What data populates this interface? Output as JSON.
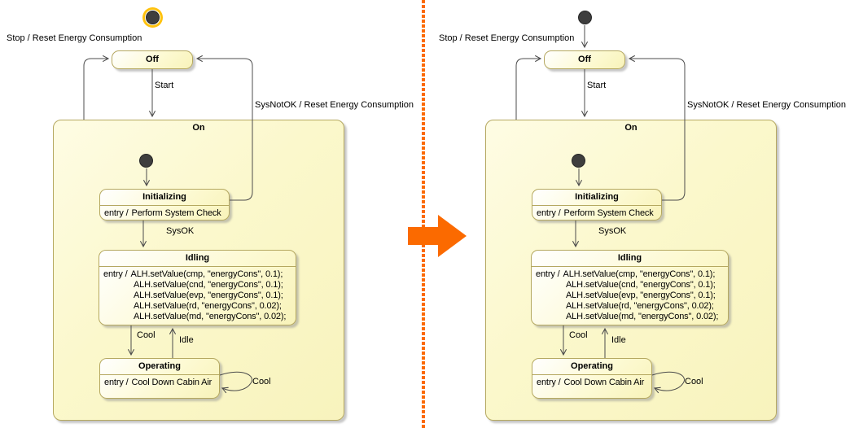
{
  "colors": {
    "state_border": "#B5A860",
    "state_fill": "#F8F3BA",
    "composite_fill": "#FBF8CC",
    "edge": "#4C4C4C",
    "initial_node": "#3E3E3E",
    "selection_ring": "#FFC20E",
    "divider_orange": "#FB6A00"
  },
  "divider": {
    "style": "vertical-dashed-line",
    "arrow_icon": "big-right-arrow"
  },
  "diagram": {
    "states": {
      "off": {
        "title": "Off"
      },
      "on": {
        "title": "On"
      },
      "initializing": {
        "title": "Initializing",
        "entry_label": "entry /",
        "entry_action": "Perform System Check"
      },
      "idling": {
        "title": "Idling",
        "entry_label": "entry /",
        "entry_lines": [
          "ALH.setValue(cmp, \"energyCons\", 0.1);",
          "ALH.setValue(cnd, \"energyCons\", 0.1);",
          "ALH.setValue(evp, \"energyCons\", 0.1);",
          "ALH.setValue(rd, \"energyCons\", 0.02);",
          "ALH.setValue(md, \"energyCons\", 0.02);"
        ]
      },
      "operating": {
        "title": "Operating",
        "entry_label": "entry /",
        "entry_action": "Cool Down Cabin Air"
      }
    },
    "transitions": {
      "stop": "Stop / Reset Energy Consumption",
      "start": "Start",
      "sys_not_ok": "SysNotOK / Reset Energy Consumption",
      "sys_ok": "SysOK",
      "cool": "Cool",
      "idle": "Idle",
      "cool_self": "Cool"
    }
  }
}
